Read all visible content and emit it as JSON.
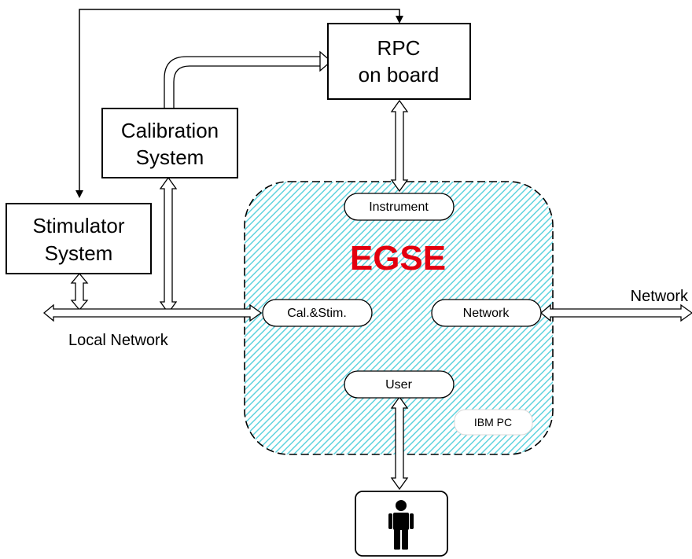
{
  "title": "",
  "boxes": {
    "rpc": {
      "line1": "RPC",
      "line2": "on board"
    },
    "calibration": {
      "line1": "Calibration",
      "line2": "System"
    },
    "stimulator": {
      "line1": "Stimulator",
      "line2": "System"
    }
  },
  "egse": {
    "label": "EGSE",
    "ports": {
      "instrument": "Instrument",
      "cal_stim": "Cal.&Stim.",
      "network": "Network",
      "user": "User"
    },
    "host": "IBM PC"
  },
  "networks": {
    "local": "Local Network",
    "external": "Network"
  },
  "icons": {
    "user": "person-icon"
  },
  "colors": {
    "egse_fill": "#5fd3de",
    "egse_label": "#e3000f",
    "stroke": "#000000",
    "pill_fill": "#ffffff"
  }
}
